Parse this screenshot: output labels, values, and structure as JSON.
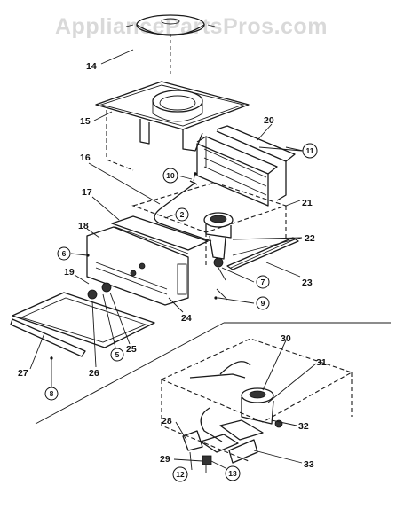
{
  "watermark": "AppliancePartsPros.com",
  "callouts": {
    "plain": [
      "14",
      "15",
      "16",
      "17",
      "18",
      "19",
      "20",
      "21",
      "22",
      "23",
      "24",
      "25",
      "26",
      "27",
      "28",
      "29",
      "30",
      "31",
      "32",
      "33"
    ],
    "circled": [
      "2",
      "5",
      "6",
      "7",
      "8",
      "9",
      "10",
      "11",
      "12",
      "13"
    ]
  }
}
